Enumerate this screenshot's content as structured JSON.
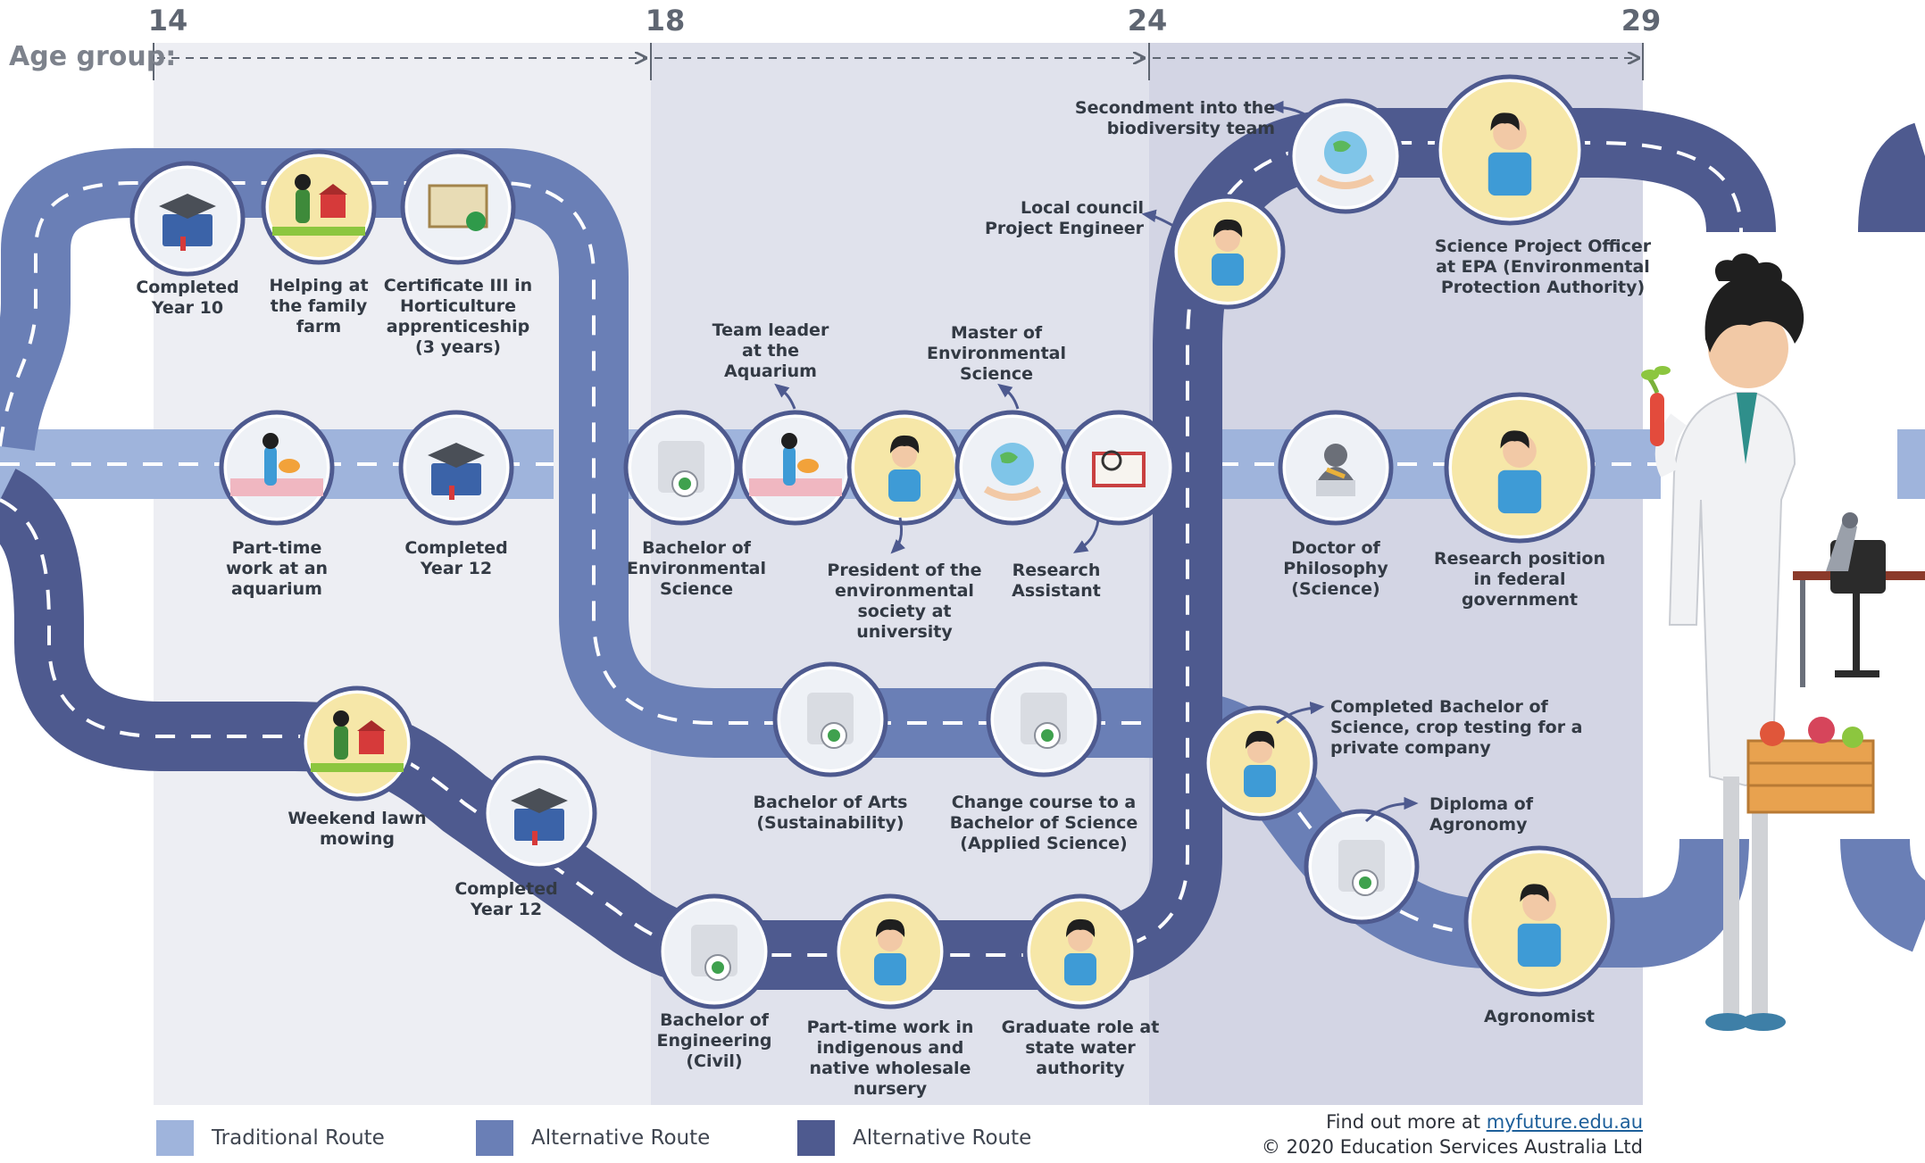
{
  "header": {
    "age_group_label": "Age group:",
    "ages": [
      "14",
      "18",
      "24",
      "29"
    ]
  },
  "colors": {
    "traditional_route": "#9fb4dc",
    "alternative_route_1": "#6a7fb6",
    "alternative_route_2": "#4e5a8f",
    "band_1": "#edeef3",
    "band_2": "#e0e2ec",
    "band_3": "#d3d5e4",
    "icon_ring": "#4e5a8f"
  },
  "milestones": {
    "completed_year_10": "Completed\nYear 10",
    "helping_family_farm": "Helping at\nthe family\nfarm",
    "certificate_iii": "Certificate III in\nHorticulture\napprenticeship\n(3 years)",
    "part_time_aquarium": "Part-time\nwork at an\naquarium",
    "completed_year_12_top": "Completed\nYear 12",
    "weekend_lawn_mowing": "Weekend lawn\nmowing",
    "completed_year_12_bottom": "Completed\nYear 12",
    "bachelor_env_science": "Bachelor of\nEnvironmental\nScience",
    "team_leader_aquarium": "Team leader\nat the\nAquarium",
    "president_env_society": "President of the\nenvironmental\nsociety at\nuniversity",
    "master_env_science": "Master of\nEnvironmental\nScience",
    "research_assistant": "Research\nAssistant",
    "bachelor_arts_sustainability": "Bachelor of Arts\n(Sustainability)",
    "change_course": "Change course to a\nBachelor of Science\n(Applied Science)",
    "bachelor_engineering": "Bachelor of\nEngineering\n(Civil)",
    "part_time_nursery": "Part-time work in\nindigenous and\nnative wholesale\nnursery",
    "graduate_water_authority": "Graduate role at\nstate water\nauthority",
    "local_council_engineer": "Local council\nProject Engineer",
    "secondment_biodiversity": "Secondment into the\nbiodiversity team",
    "science_project_officer_epa": "Science Project Officer\nat EPA (Environmental\nProtection Authority)",
    "doctor_philosophy": "Doctor of\nPhilosophy\n(Science)",
    "research_federal_government": "Research position\nin federal\ngovernment",
    "bachelor_science_crop_testing": "Completed Bachelor of\nScience, crop testing for a\nprivate company",
    "diploma_agronomy": "Diploma of\nAgronomy",
    "agronomist": "Agronomist"
  },
  "legend": {
    "traditional": "Traditional Route",
    "alternative_1": "Alternative Route",
    "alternative_2": "Alternative Route"
  },
  "footer": {
    "find_out_more": "Find out more at ",
    "link_text": "myfuture.edu.au",
    "copyright": "© 2020 Education Services Australia Ltd"
  }
}
